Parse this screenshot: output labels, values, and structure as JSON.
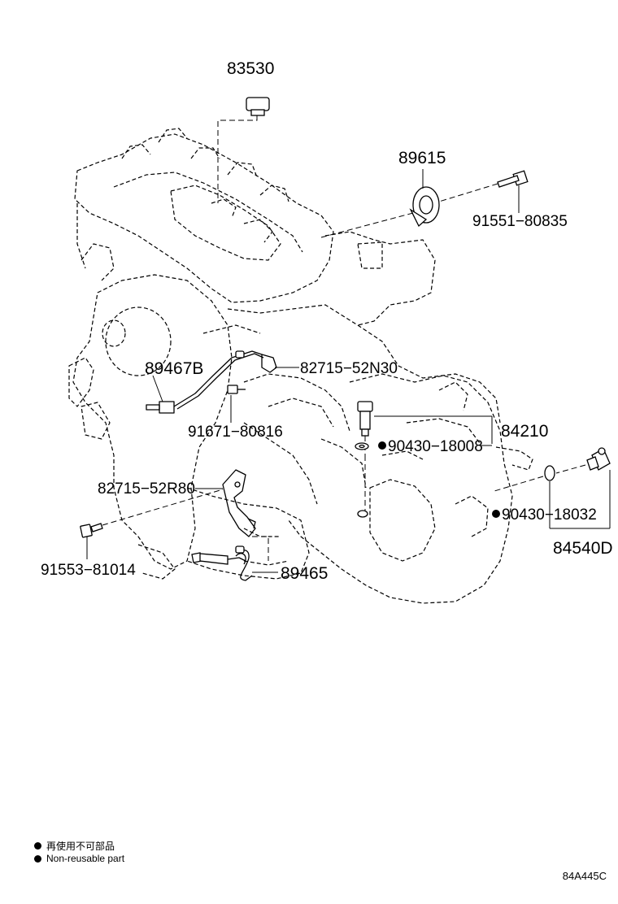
{
  "parts": {
    "p83530": "83530",
    "p89615": "89615",
    "p91551": "91551−80835",
    "p89467b": "89467B",
    "p82715n30": "82715−52N30",
    "p91671": "91671−80816",
    "p84210": "84210",
    "p90430_18008": "90430−18008",
    "p82715r80": "82715−52R80",
    "p90430_18032": "90430−18032",
    "p84540d": "84540D",
    "p91553": "91553−81014",
    "p89465": "89465"
  },
  "legend": {
    "line1": "再使用不可部品",
    "line2": "Non-reusable part"
  },
  "illustration_code": "84A445C"
}
